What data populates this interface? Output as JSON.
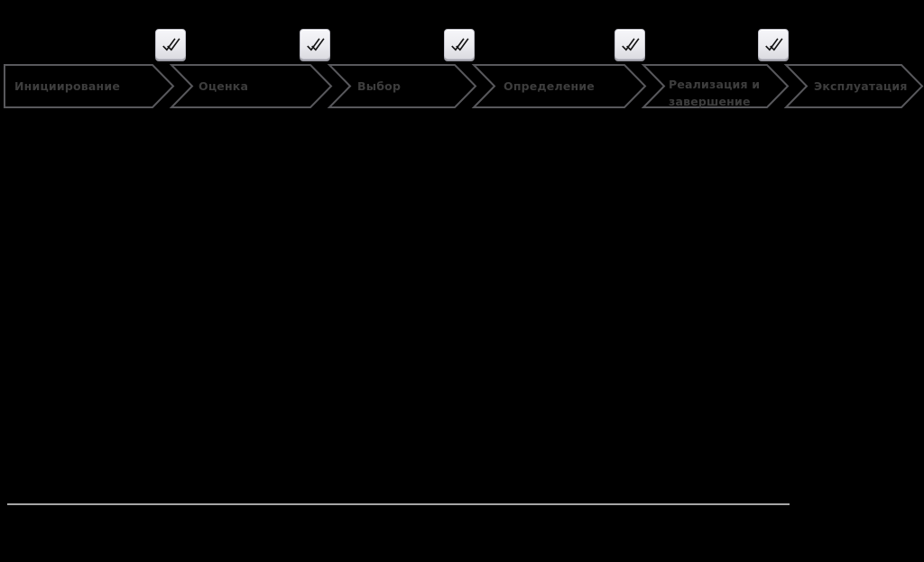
{
  "diagram": {
    "type": "process-flow-chevrons",
    "stages": [
      {
        "label": "Инициирование",
        "checkmark_after": true
      },
      {
        "label": "Оценка",
        "checkmark_after": true
      },
      {
        "label": "Выбор",
        "checkmark_after": true
      },
      {
        "label": "Определение",
        "checkmark_after": true
      },
      {
        "label": "Реализация и\nзавершение",
        "checkmark_after": true
      },
      {
        "label": "Эксплуатация",
        "checkmark_after": false
      }
    ],
    "checkmark_icon": "double-check-icon",
    "checkmark_count": 5,
    "colors": {
      "background": "#000000",
      "chevron_outline": "#58585c",
      "stage_label": "#3d3d3d",
      "icon_background": "#ebebef",
      "icon_glyph": "#141414",
      "divider_line": "#a6a6a6"
    }
  }
}
